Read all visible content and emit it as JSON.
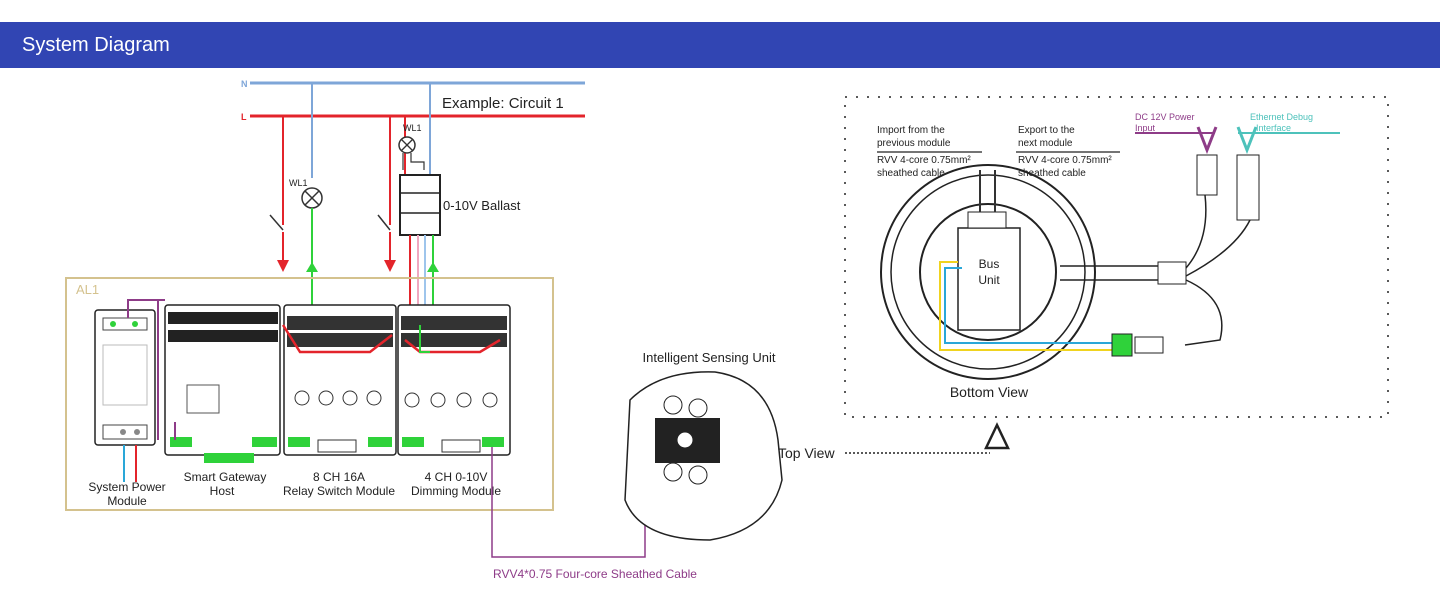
{
  "header": {
    "title": "System Diagram"
  },
  "diagram": {
    "lines": {
      "neutral": "N",
      "live": "L"
    },
    "example_label": "Example: Circuit 1",
    "lamp_label": "WL1",
    "ballast_label": "0-10V Ballast",
    "cabinet_label": "AL1",
    "modules": {
      "power": [
        "System Power",
        "Module"
      ],
      "gateway": [
        "Smart Gateway",
        "Host"
      ],
      "relay": [
        "8 CH 16A",
        "Relay Switch Module"
      ],
      "dimming": [
        "4 CH 0-10V",
        "Dimming Module"
      ]
    },
    "sensing_unit_title": "Intelligent Sensing Unit",
    "top_view_label": "Top View",
    "cable_label": "RVV4*0.75 Four-core Sheathed Cable",
    "bottom_view": {
      "title": "Bottom View",
      "bus_unit": [
        "Bus",
        "Unit"
      ],
      "import": [
        "Import from the",
        "previous module",
        "RVV 4-core 0.75mm²",
        "sheathed cable"
      ],
      "export": [
        "Export to the",
        "next module",
        "RVV 4-core 0.75mm²",
        "sheathed cable"
      ],
      "dc_power": [
        "DC 12V Power",
        "Input"
      ],
      "ethernet": [
        "Ethernet Debug",
        "Interface"
      ]
    }
  },
  "colors": {
    "header": "#3145b3",
    "neutral": "#7ea6d8",
    "live": "#e3242b",
    "green": "#2fd23a",
    "purple": "#8e3c88",
    "cabinet_border": "#d4c28e",
    "teal": "#4dc2bb"
  }
}
